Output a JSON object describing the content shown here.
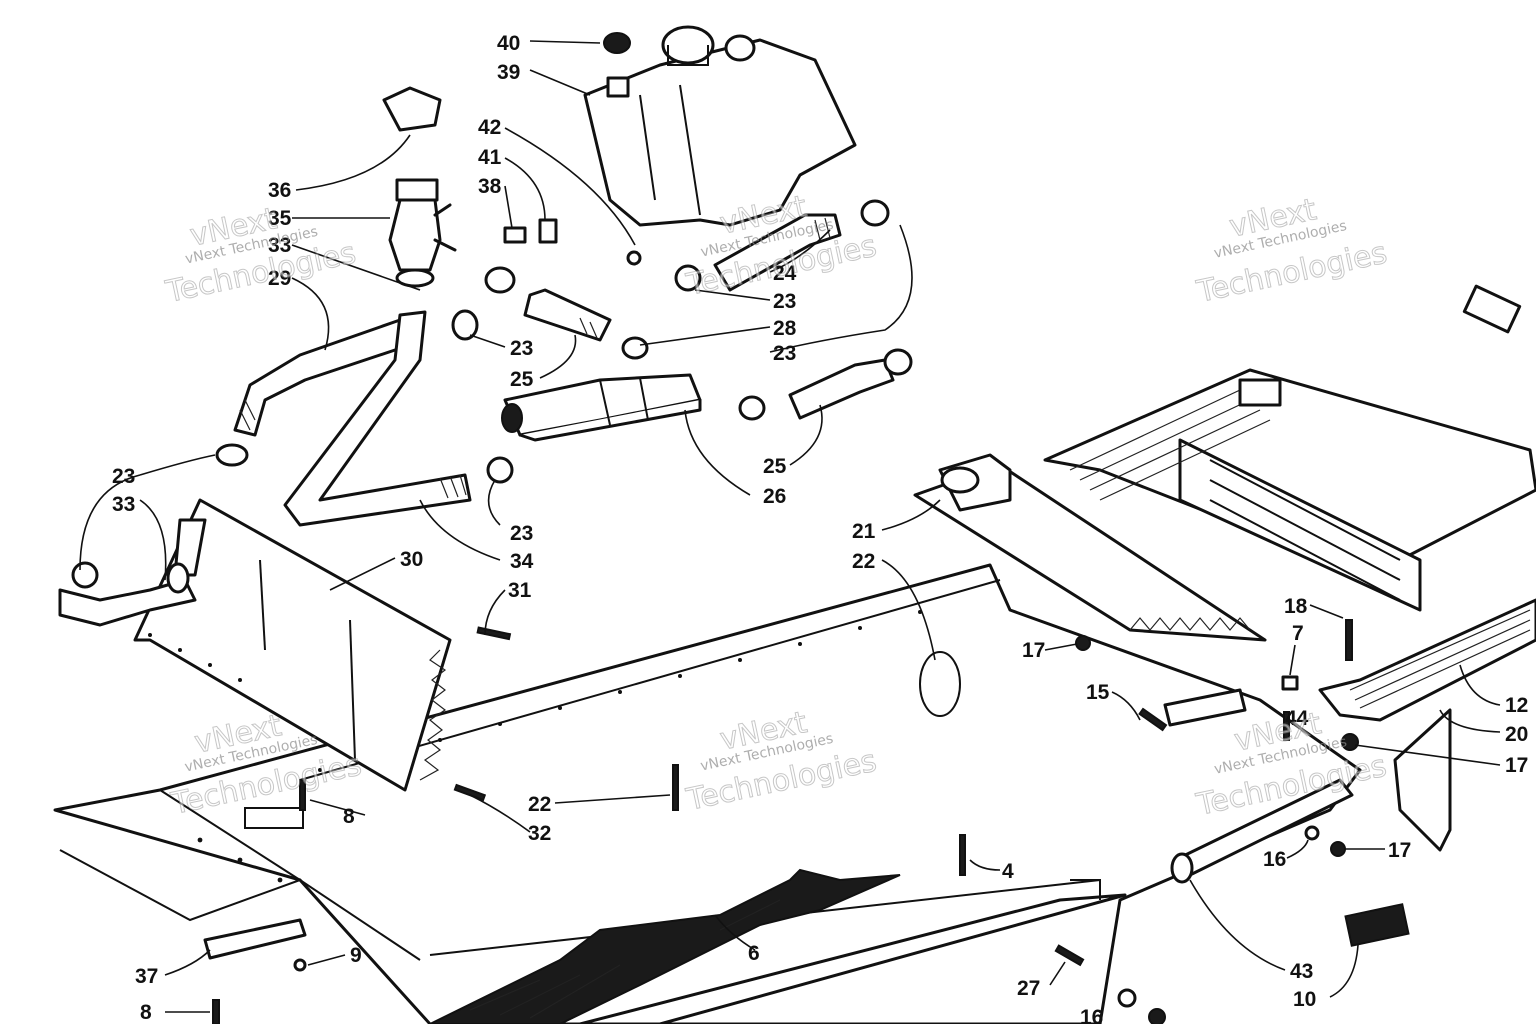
{
  "watermark": {
    "line_small": "vNext Technologies",
    "line_top": "vNext",
    "line_bottom": "Technologies"
  },
  "callouts": [
    "40",
    "39",
    "42",
    "41",
    "38",
    "36",
    "35",
    "33",
    "29",
    "24",
    "23",
    "28",
    "23",
    "23",
    "25",
    "26",
    "25",
    "23",
    "34",
    "23",
    "33",
    "30",
    "31",
    "21",
    "22",
    "17",
    "18",
    "7",
    "15",
    "44",
    "12",
    "20",
    "17",
    "22",
    "32",
    "8",
    "4",
    "16",
    "17",
    "6",
    "43",
    "10",
    "27",
    "16",
    "37",
    "9",
    "8"
  ]
}
